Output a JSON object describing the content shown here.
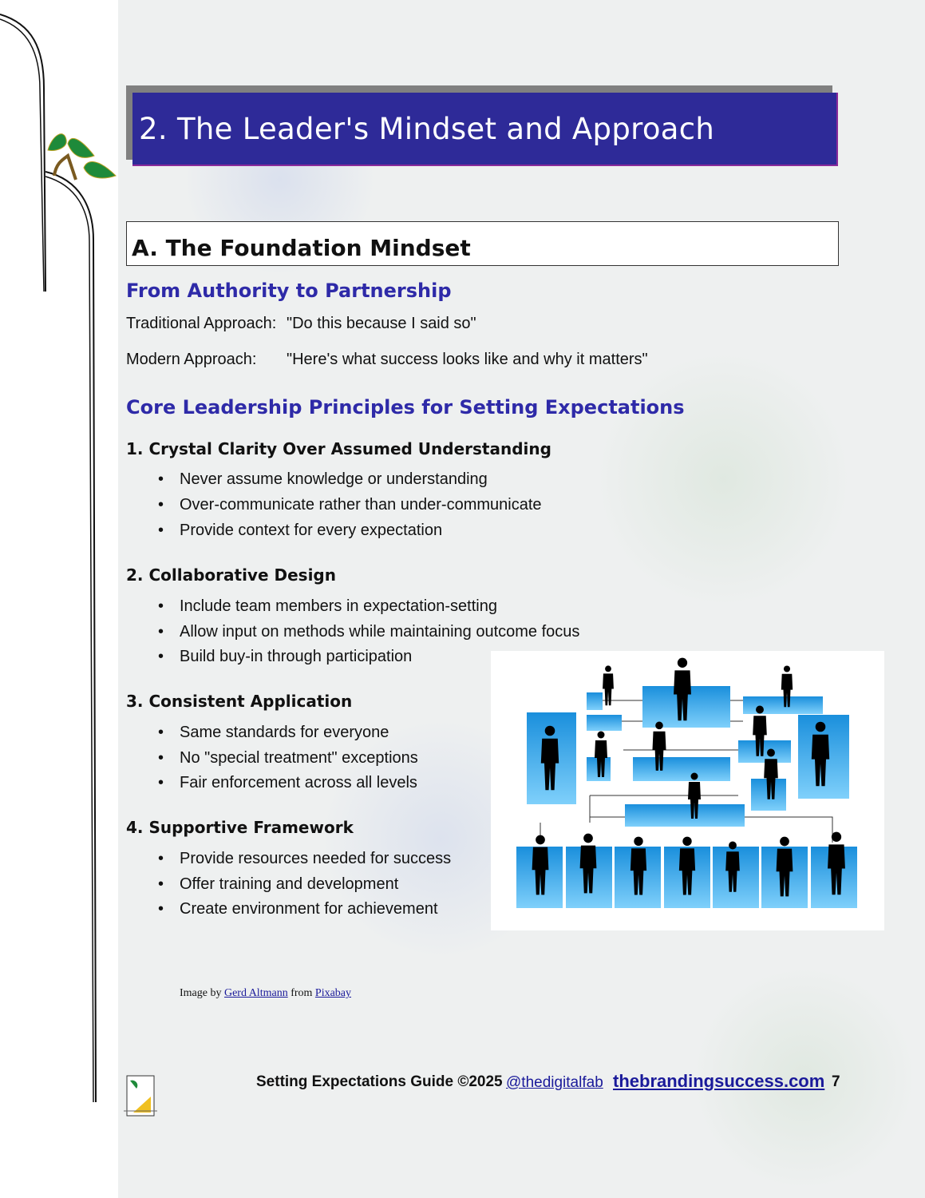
{
  "header": {
    "title": "2. The Leader's Mindset and Approach"
  },
  "section": {
    "title": "A. The Foundation Mindset"
  },
  "partnership": {
    "heading": "From Authority to Partnership",
    "rows": [
      {
        "label": "Traditional Approach:",
        "value": "\"Do this because I said so\""
      },
      {
        "label": "Modern Approach:",
        "value": "\"Here's what success looks like and why it matters\""
      }
    ]
  },
  "principles": {
    "heading": "Core Leadership Principles for Setting Expectations",
    "items": [
      {
        "title": "1. Crystal Clarity Over Assumed Understanding",
        "bullets": [
          "Never assume knowledge or understanding",
          "Over-communicate rather than under-communicate",
          "Provide context for every expectation"
        ]
      },
      {
        "title": "2. Collaborative Design",
        "bullets": [
          "Include team members in expectation-setting",
          "Allow input on methods while maintaining outcome focus",
          "Build buy-in through participation"
        ]
      },
      {
        "title": "3. Consistent Application",
        "bullets": [
          "Same standards for everyone",
          "No \"special treatment\" exceptions",
          "Fair enforcement across all levels"
        ]
      },
      {
        "title": "4. Supportive Framework",
        "bullets": [
          "Provide resources needed for success",
          "Offer training and development",
          "Create environment for achievement"
        ]
      }
    ]
  },
  "credit": {
    "prefix": "Image by",
    "author": "Gerd Altmann",
    "middle": "from",
    "source": "Pixabay"
  },
  "footer": {
    "guide": "Setting Expectations Guide ©2025",
    "handle": "@thedigitalfab",
    "site": "thebrandingsuccess.com",
    "page": "7"
  },
  "colors": {
    "header_bg": "#2e2a98",
    "heading": "#2e2aa8",
    "box_blue": "#29a3e6"
  }
}
